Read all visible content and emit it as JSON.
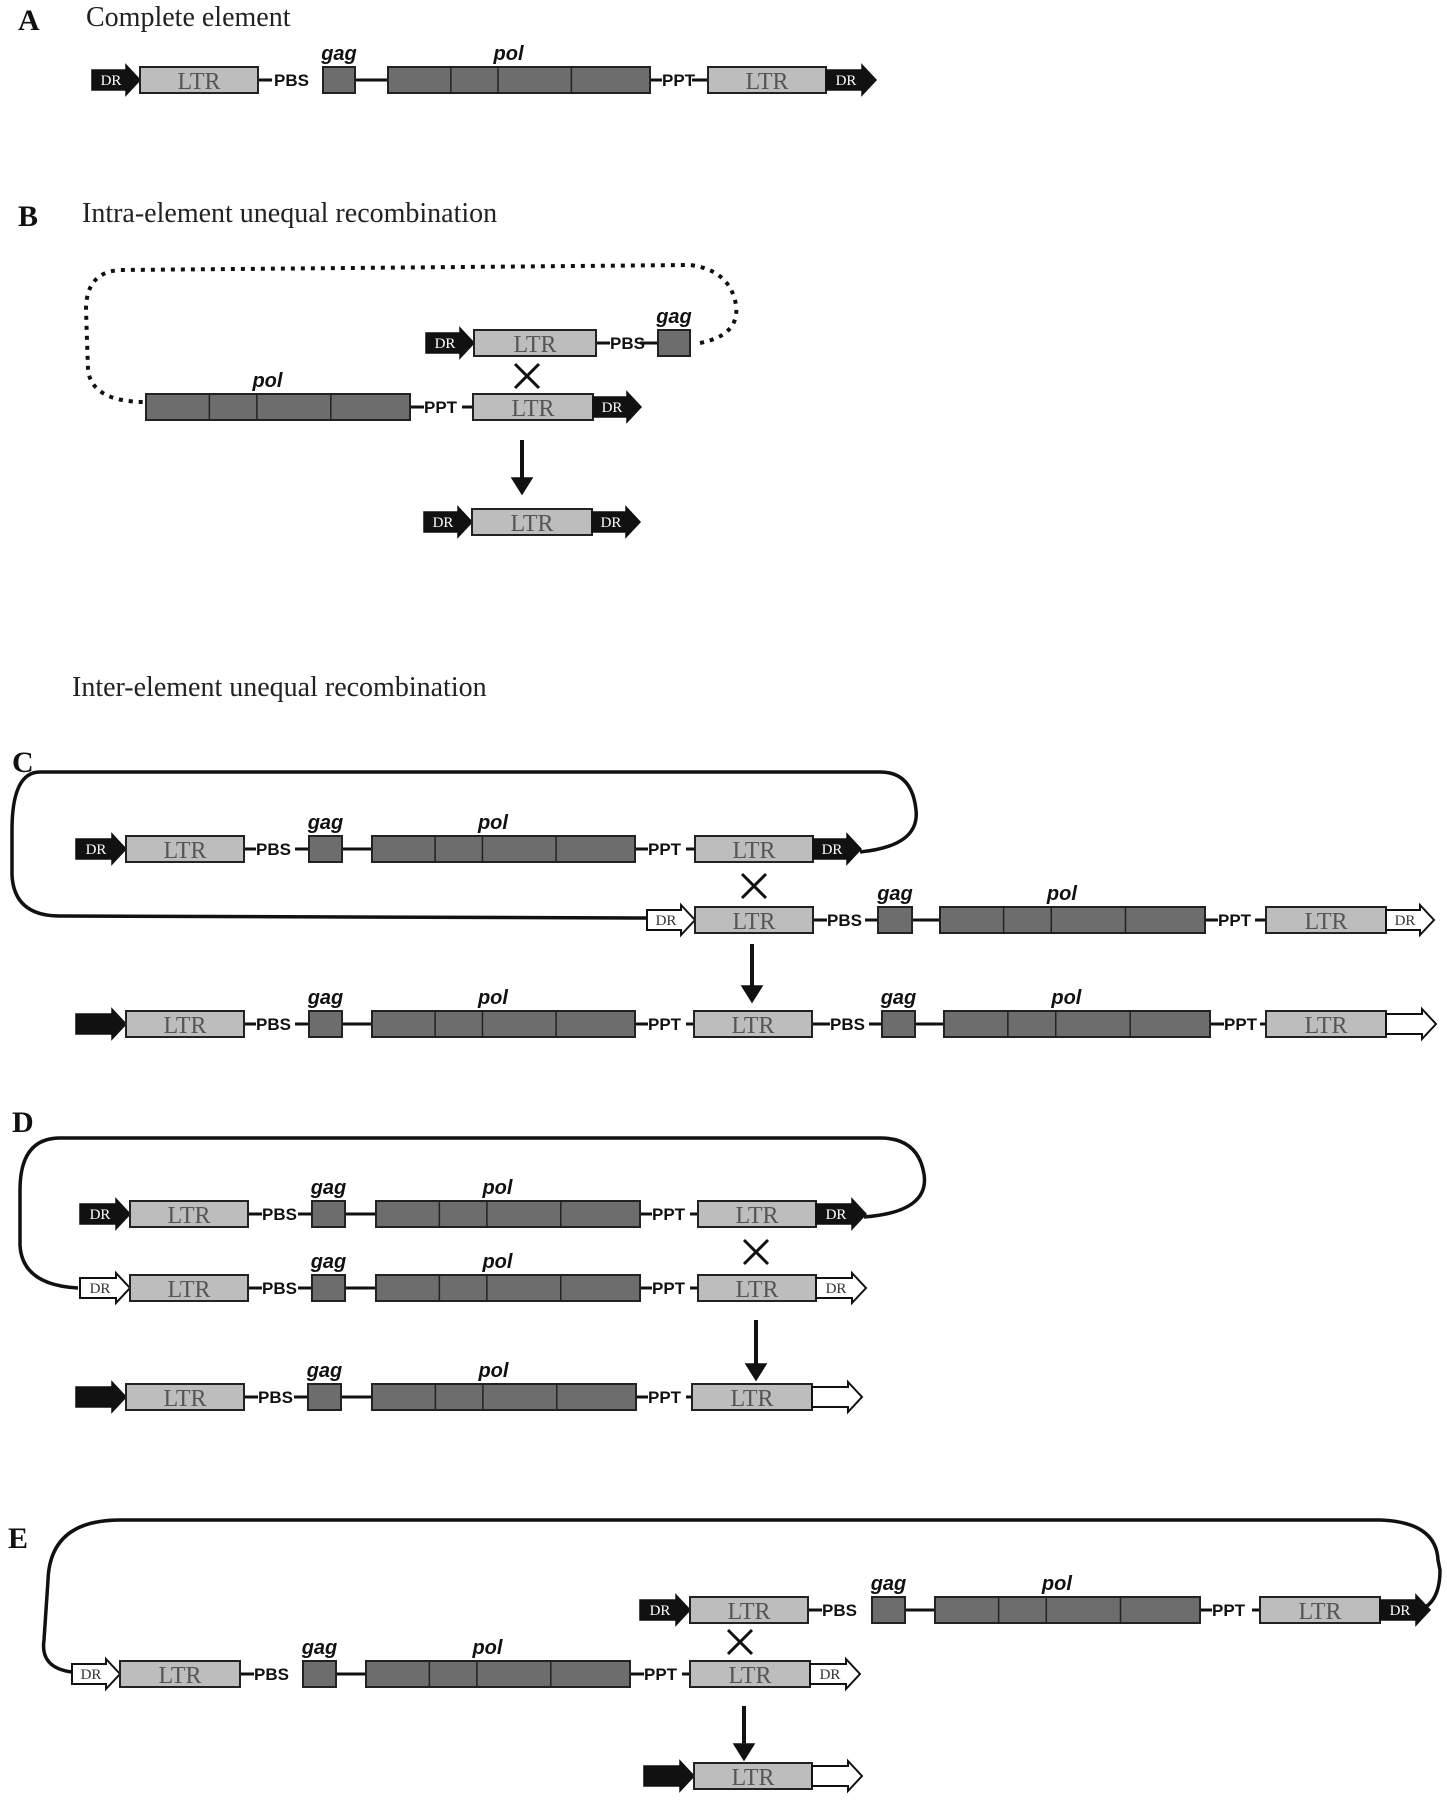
{
  "labels": {
    "ltr": "LTR",
    "gag": "gag",
    "pol": "pol",
    "pbs": "PBS",
    "ppt": "PPT",
    "dr": "DR"
  },
  "panels": [
    {
      "id": "A",
      "letter": "A",
      "title": "Complete element"
    },
    {
      "id": "B",
      "letter": "B",
      "title": "Intra-element unequal recombination"
    },
    {
      "id": "inter",
      "letter": "",
      "title": "Inter-element unequal recombination"
    },
    {
      "id": "C",
      "letter": "C",
      "title": ""
    },
    {
      "id": "D",
      "letter": "D",
      "title": ""
    },
    {
      "id": "E",
      "letter": "E",
      "title": ""
    }
  ],
  "colors": {
    "ltr_fill": "#bdbdbd",
    "gene_fill": "#6d6d6d",
    "line": "#111111",
    "background": "#ffffff"
  }
}
